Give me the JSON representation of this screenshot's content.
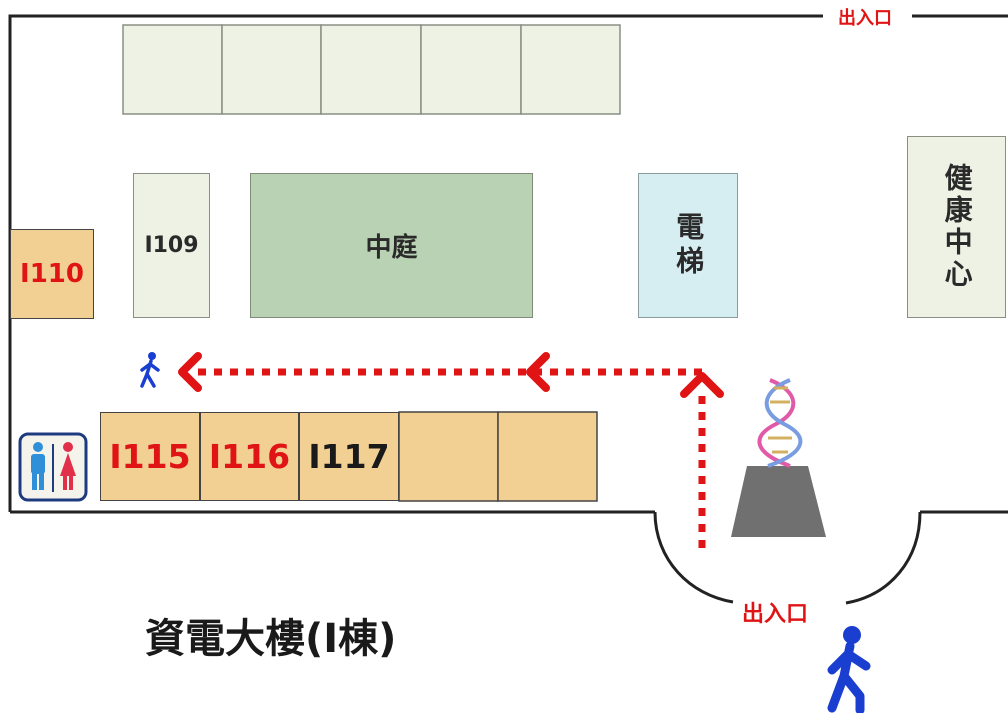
{
  "building_title": "資電大樓(I棟)",
  "entrance_top": "出入口",
  "entrance_bottom": "出入口",
  "rooms": {
    "courtyard": "中庭",
    "elevator": "電梯",
    "health_center": "健康中心",
    "r109": "I109",
    "r110": "I110",
    "r115": "I115",
    "r116": "I116",
    "r117": "I117"
  },
  "colors": {
    "highlight": "#e01414",
    "route": "#e01414",
    "walker": "#1a3fd0",
    "courtyard": "#b9d2b4",
    "elevator": "#d6eef2",
    "room_light": "#eef2e4",
    "room_orange": "#f2cf93",
    "statue_base": "#707070"
  },
  "icons": [
    "walking-person-icon",
    "restroom-icon",
    "dna-sculpture-icon"
  ]
}
